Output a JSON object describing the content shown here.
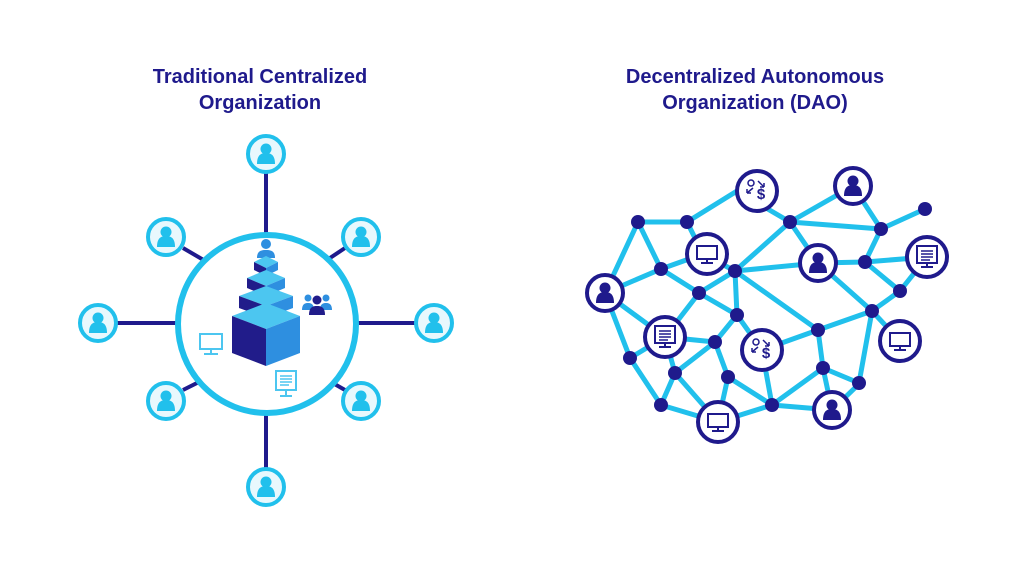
{
  "left_panel": {
    "title_line1": "Traditional Centralized",
    "title_line2": "Organization"
  },
  "right_panel": {
    "title_line1": "Decentralized Autonomous",
    "title_line2": "Organization (DAO)"
  },
  "colors": {
    "navy": "#1f1a8c",
    "cyan": "#21c0ec",
    "light_cyan_fill": "#e8f8fd",
    "cube_front": "#211c8a",
    "cube_right": "#2e8fe0",
    "cube_top": "#4cc6f0"
  },
  "icons": {
    "person": "person-icon",
    "monitor": "monitor-icon",
    "document": "document-monitor-icon",
    "currency": "currency-exchange-icon",
    "team": "team-icon",
    "hierarchy": "hierarchy-pyramid-icon"
  }
}
